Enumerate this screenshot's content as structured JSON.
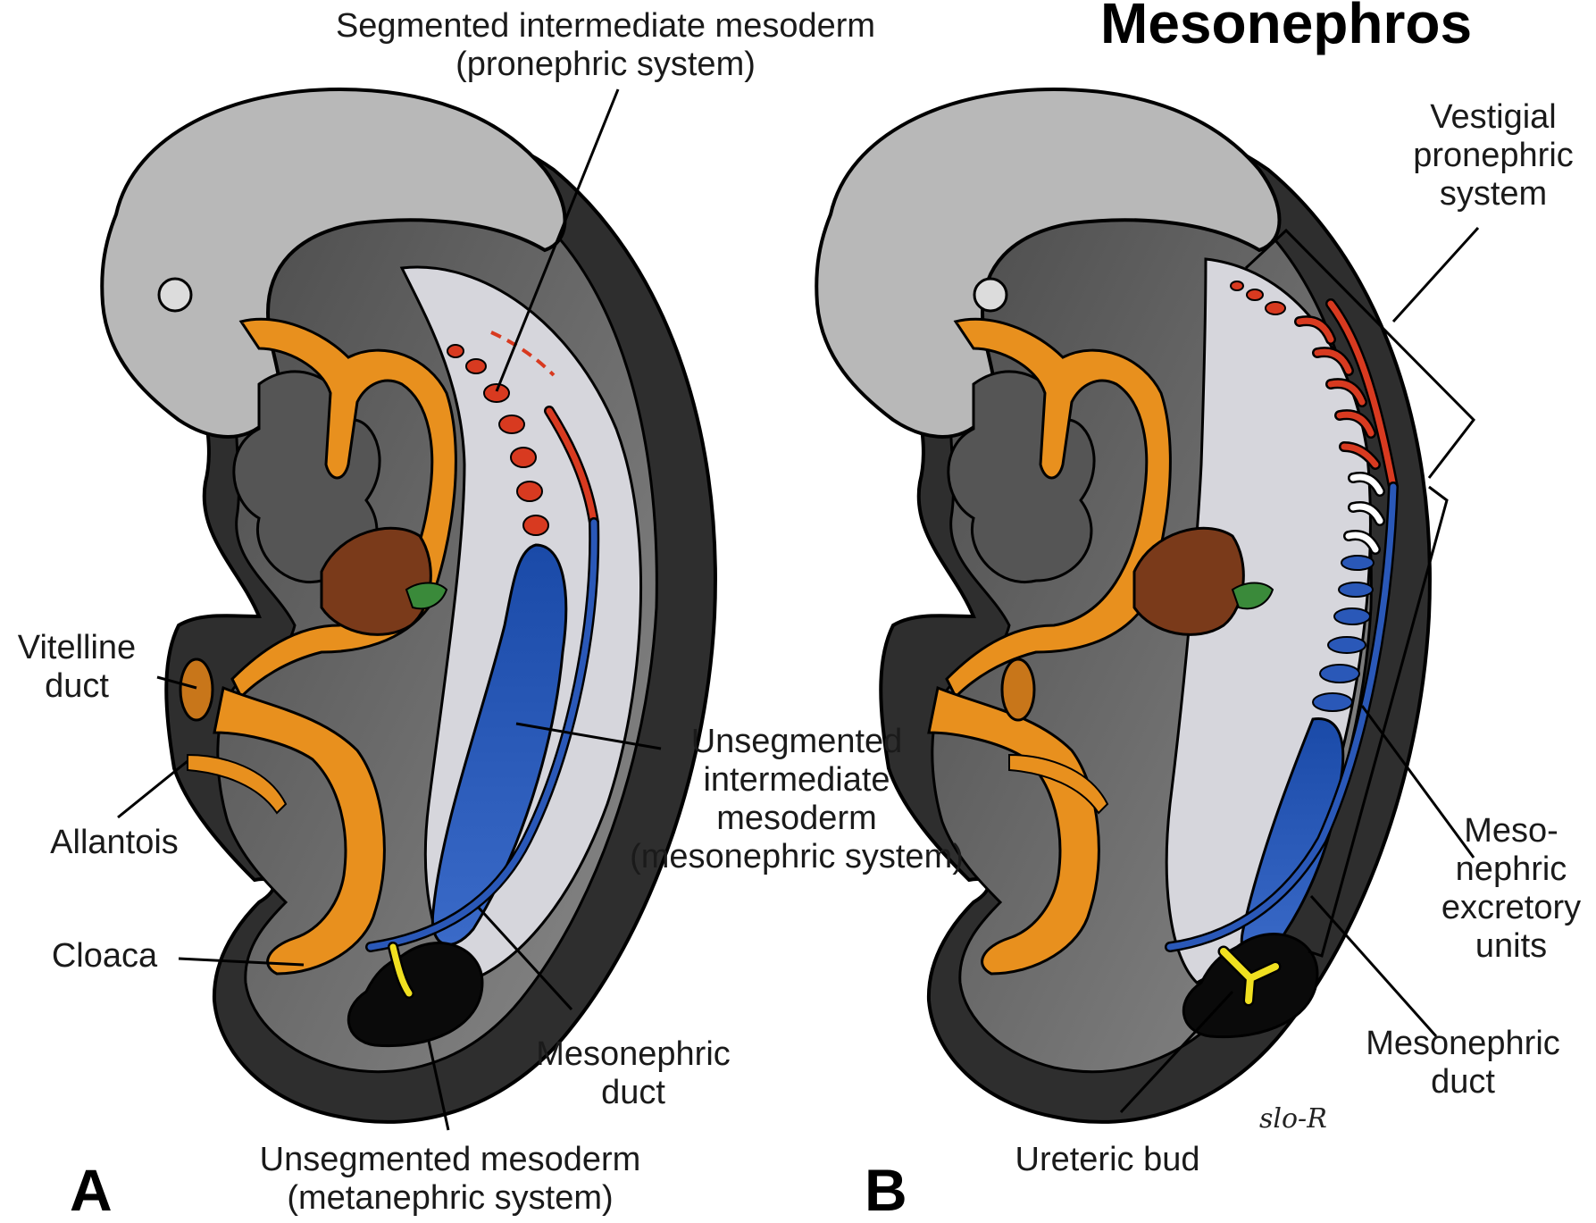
{
  "title": "Mesonephros",
  "panel_a": {
    "letter": "A",
    "labels": {
      "segmented_1": "Segmented intermediate mesoderm",
      "segmented_2": "(pronephric system)",
      "vitelline_1": "Vitelline",
      "vitelline_2": "duct",
      "allantois": "Allantois",
      "cloaca": "Cloaca",
      "unseg_inter_1": "Unsegmented",
      "unseg_inter_2": "intermediate",
      "unseg_inter_3": "mesoderm",
      "unseg_inter_4": "(mesonephric system)",
      "meso_duct_1": "Mesonephric",
      "meso_duct_2": "duct",
      "unseg_meso_1": "Unsegmented mesoderm",
      "unseg_meso_2": "(metanephric system)"
    }
  },
  "panel_b": {
    "letter": "B",
    "labels": {
      "vestigial_1": "Vestigial",
      "vestigial_2": "pronephric",
      "vestigial_3": "system",
      "excretory_1": "Meso-",
      "excretory_2": "nephric",
      "excretory_3": "excretory",
      "excretory_4": "units",
      "meso_duct_1": "Mesonephric",
      "meso_duct_2": "duct",
      "ureteric": "Ureteric bud",
      "signature": "slo-R"
    }
  },
  "colors": {
    "head": "#b4b4b4",
    "body_dark": "#3a3a3a",
    "body_mid": "#6e6e6e",
    "cavity": "#d2d2d8",
    "gut": "#e8901e",
    "heart": "#7a3a1a",
    "pronephric": "#d83a20",
    "mesonephric": "#2a58b8",
    "metanephric": "#0a0a0a",
    "ureteric": "#f0e020",
    "liver_bud": "#3a8a3a"
  }
}
